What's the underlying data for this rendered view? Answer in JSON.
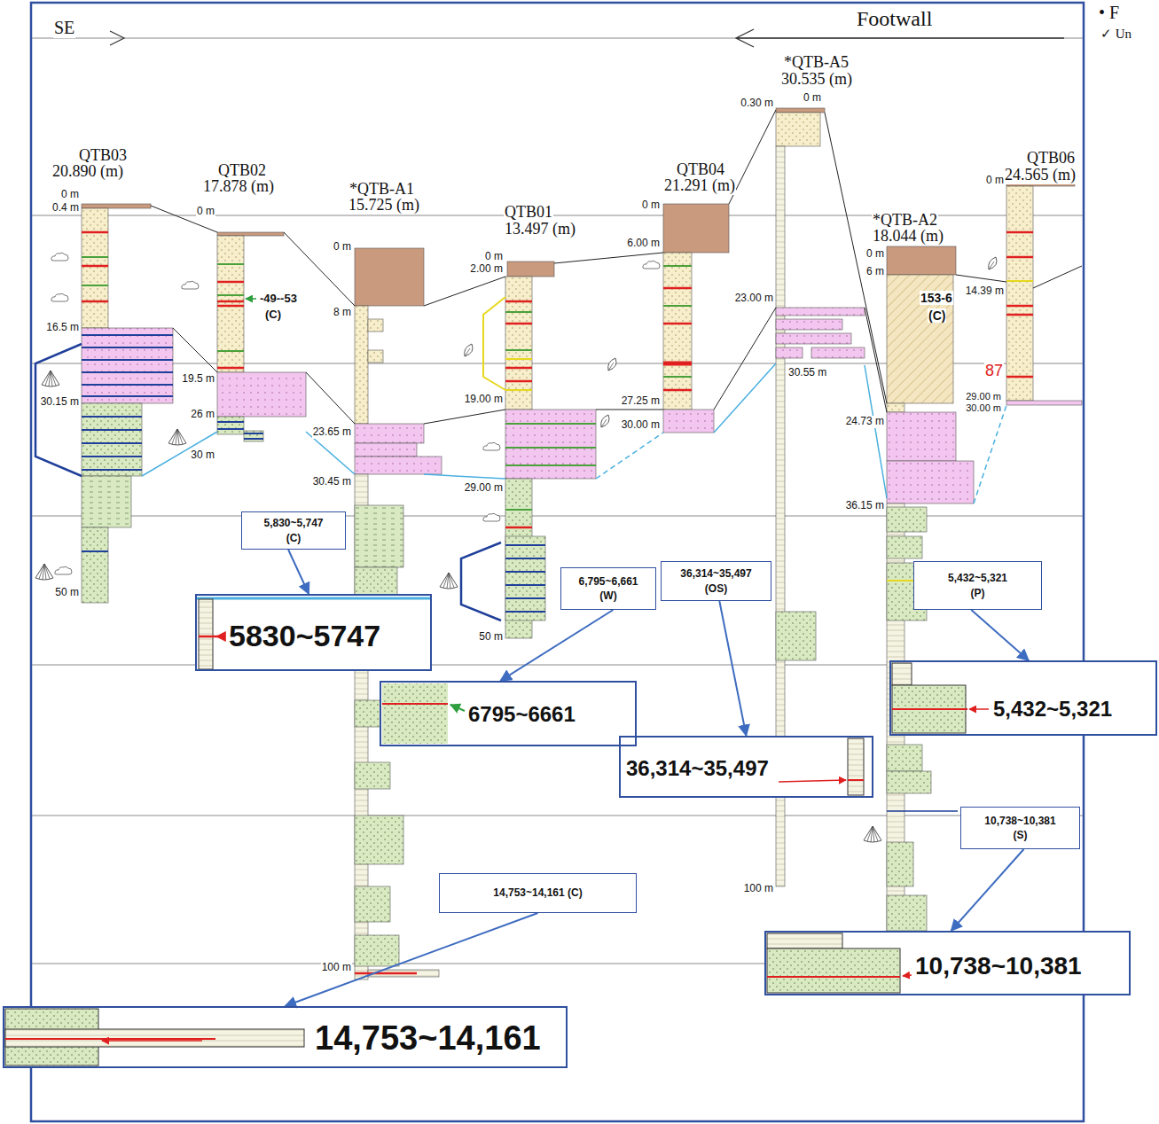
{
  "diagram": {
    "nodes": [
      {
        "text": [
          "5,830~5,747 (C)"
        ]
      },
      {
        "text": [
          "36,314~35,497 (OS)"
        ]
      },
      {
        "text": [
          "5,432~5,321 (P)"
        ]
      },
      {
        "text": [
          "6,795~6,661 (W)"
        ]
      },
      {
        "text": [
          "5830~5747"
        ]
      },
      {
        "text": [
          "6795~6661"
        ]
      },
      {
        "text": [
          "5,432~5,321"
        ]
      },
      {
        "text": [
          "36,314~35,497"
        ]
      },
      {
        "text": [
          "10,738~10,381 (S)"
        ]
      },
      {
        "text": [
          "14,753~14,161 (C)"
        ]
      },
      {
        "text": [
          "10,738~10,381"
        ]
      },
      {
        "text": [
          "14,753~14,161"
        ]
      }
    ],
    "edges": [
      {
        "from": 0,
        "to": 4,
        "arrow": "to"
      },
      {
        "from": 3,
        "to": 5,
        "arrow": "to"
      },
      {
        "from": 1,
        "to": 7,
        "arrow": "to"
      },
      {
        "from": 2,
        "to": 6,
        "arrow": "to"
      },
      {
        "from": 8,
        "to": 10,
        "arrow": "to"
      },
      {
        "from": 9,
        "to": 11,
        "arrow": "to"
      }
    ],
    "labels": [
      "SE",
      "Footwall",
      "• F",
      "✓ Un",
      "QTB03",
      "20.890 (m)",
      "0 m",
      "0.4 m",
      "16.5 m",
      "30.15 m",
      "50 m",
      "QTB02",
      "17.878 (m)",
      "0 m",
      "19.5 m",
      "26 m",
      "30 m",
      "*QTB-A1",
      "15.725 (m)",
      "0 m",
      "8 m",
      "23.65 m",
      "30.45 m",
      "100 m",
      "QTB01",
      "13.497 (m)",
      "0 m",
      "2.00 m",
      "19.00 m",
      "29.00 m",
      "50 m",
      "QTB04",
      "21.291 (m)",
      "0 m",
      "6.00 m",
      "27.25 m",
      "30.00 m",
      "*QTB-A5",
      "30.535 (m)",
      "0 m",
      "0.30 m",
      "23.00 m",
      "30.55 m",
      "100 m",
      "*QTB-A2",
      "18.044 (m)",
      "0 m",
      "6 m",
      "24.73 m",
      "36.15 m",
      "QTB06",
      "24.565 (m)",
      "0 m",
      "14.39 m",
      "29.00 m",
      "30.00 m",
      "-49--53",
      "(C)",
      "153-6",
      "(C)",
      "87"
    ]
  }
}
